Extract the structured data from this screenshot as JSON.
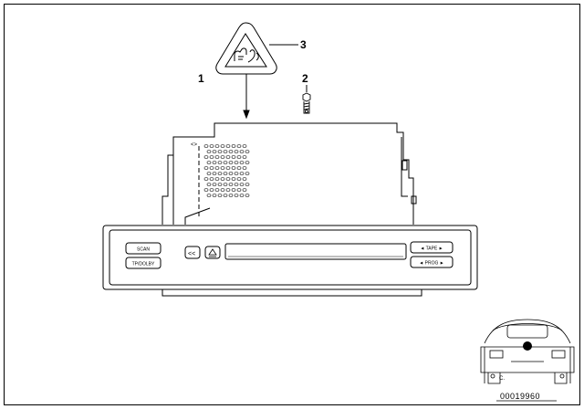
{
  "callouts": {
    "one": "1",
    "two": "2",
    "three": "3"
  },
  "unit_buttons": {
    "left_top": "SCAN",
    "left_bottom": "TP/DOLBY",
    "right_top": "◄ TAPE ►",
    "right_bottom": "◄ PROG ►"
  },
  "doc_number": "00019960",
  "icons": {
    "warning_label": "esd-warning-triangle-icon",
    "screw": "screw-icon",
    "eject": "eject-icon",
    "vehicle": "vehicle-rear-icon"
  },
  "colors": {
    "line": "#000000",
    "background": "#ffffff"
  }
}
